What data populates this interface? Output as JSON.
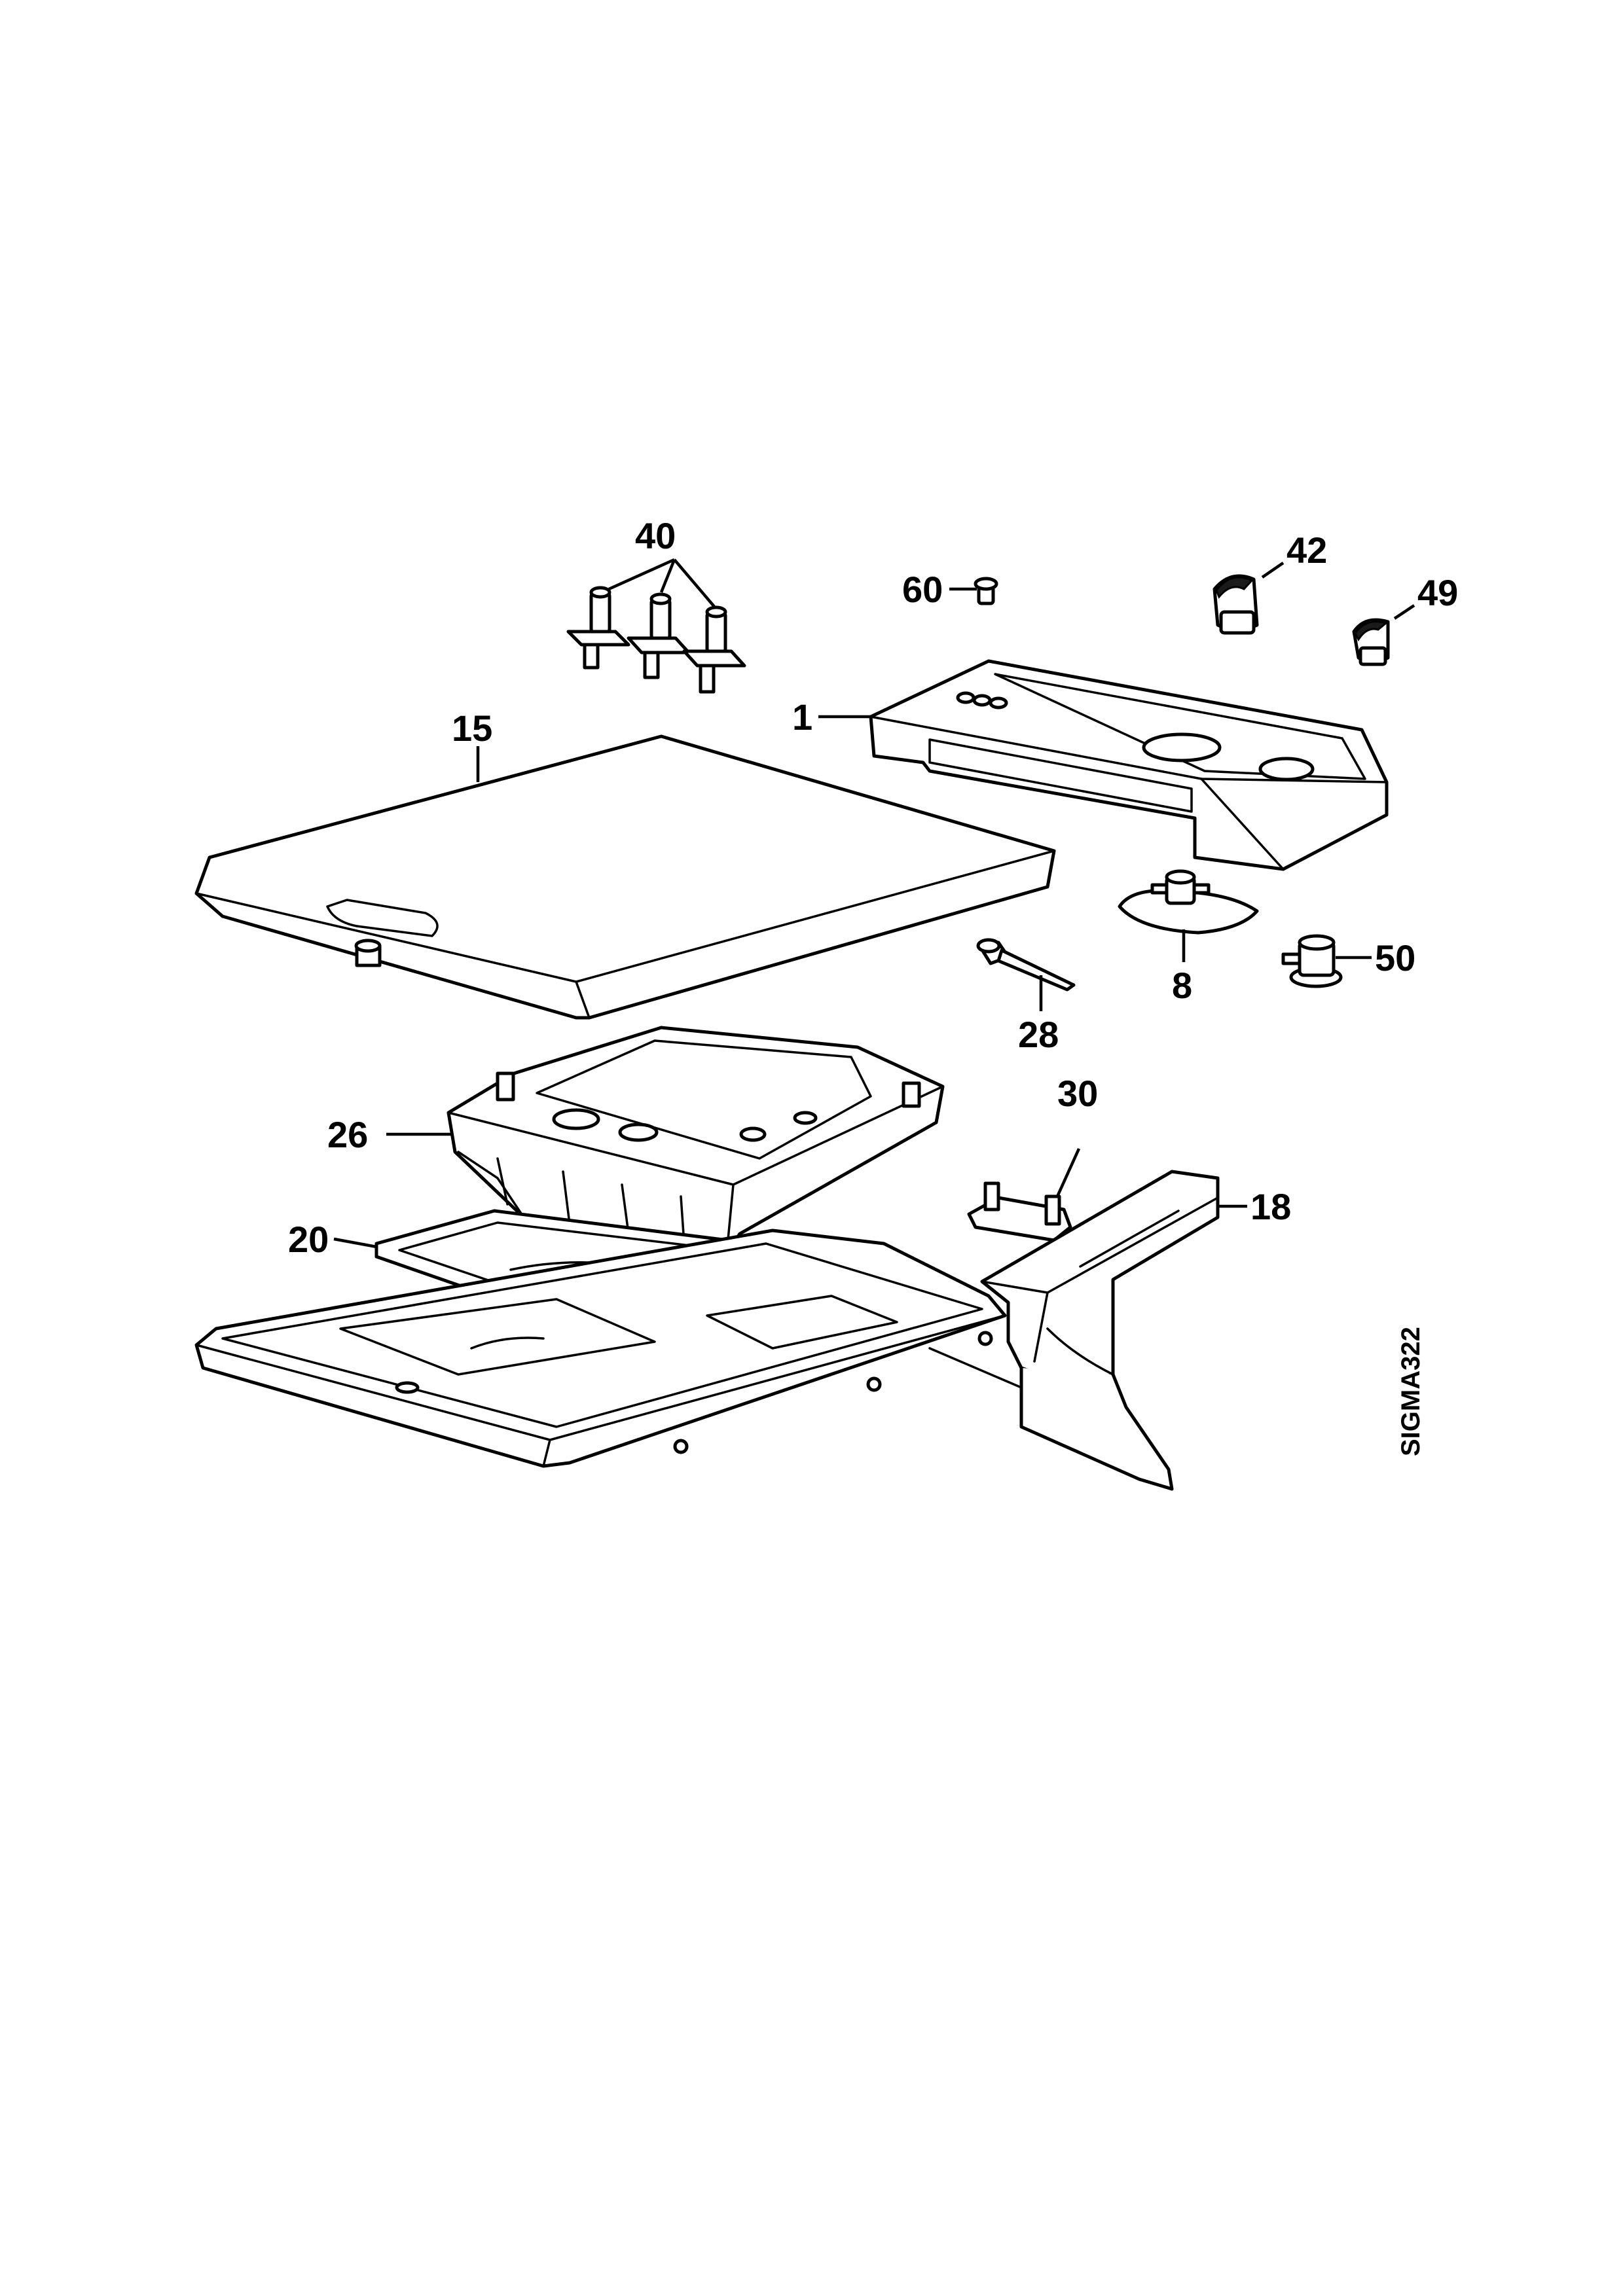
{
  "diagram": {
    "code": "SIGMA322",
    "callouts": {
      "c40": "40",
      "c42": "42",
      "c49": "49",
      "c60": "60",
      "c1": "1",
      "c15": "15",
      "c8": "8",
      "c50": "50",
      "c28": "28",
      "c26": "26",
      "c30": "30",
      "c18": "18",
      "c20": "20"
    }
  }
}
